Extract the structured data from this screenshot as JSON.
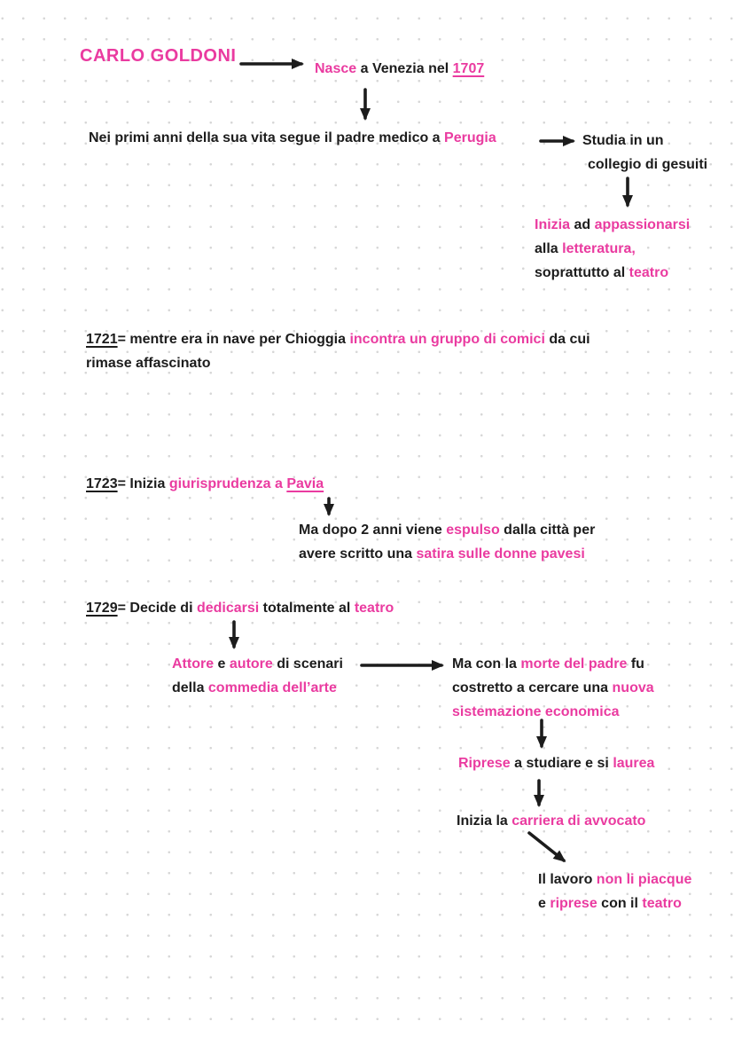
{
  "palette": {
    "accent_pink": "#ea3ba0",
    "ink_black": "#1c1c1c",
    "dot_grid_gray": "#d7d7d7",
    "page_background": "#ffffff"
  },
  "nodes": {
    "title": {
      "lines": [
        [
          {
            "t": "CARLO GOLDONI",
            "c": "accent"
          }
        ]
      ]
    },
    "birth": {
      "lines": [
        [
          {
            "t": "Nasce",
            "c": "accent"
          },
          {
            "t": " a Venezia nel ",
            "c": "ink"
          },
          {
            "t": "1707",
            "c": "accent-u"
          }
        ]
      ]
    },
    "childhood": {
      "lines": [
        [
          {
            "t": "Nei primi anni della sua vita segue il padre medico a ",
            "c": "ink"
          },
          {
            "t": "Perugia",
            "c": "accent"
          }
        ]
      ]
    },
    "college": {
      "lines": [
        [
          {
            "t": "Studia in un",
            "c": "ink"
          }
        ],
        [
          {
            "t": "collegio di gesuiti",
            "c": "ink"
          }
        ]
      ]
    },
    "passion": {
      "lines": [
        [
          {
            "t": "Inizia",
            "c": "accent"
          },
          {
            "t": " ad ",
            "c": "ink"
          },
          {
            "t": "appassionarsi",
            "c": "accent"
          }
        ],
        [
          {
            "t": "alla ",
            "c": "ink"
          },
          {
            "t": "letteratura,",
            "c": "accent"
          }
        ],
        [
          {
            "t": "soprattutto al ",
            "c": "ink"
          },
          {
            "t": "teatro",
            "c": "accent"
          }
        ]
      ]
    },
    "year1721": {
      "lines": [
        [
          {
            "t": "1721",
            "c": "ink-u"
          },
          {
            "t": "= mentre era in nave per Chioggia ",
            "c": "ink"
          },
          {
            "t": "incontra un gruppo di comici",
            "c": "accent"
          },
          {
            "t": " da cui",
            "c": "ink"
          }
        ],
        [
          {
            "t": "rimase affascinato",
            "c": "ink"
          }
        ]
      ]
    },
    "year1723": {
      "lines": [
        [
          {
            "t": "1723",
            "c": "ink-u"
          },
          {
            "t": "= Inizia ",
            "c": "ink"
          },
          {
            "t": "giurisprudenza a ",
            "c": "accent"
          },
          {
            "t": "Pavia",
            "c": "accent-u"
          }
        ]
      ]
    },
    "expulsion": {
      "lines": [
        [
          {
            "t": "Ma dopo 2 anni viene ",
            "c": "ink"
          },
          {
            "t": "espulso",
            "c": "accent"
          },
          {
            "t": " dalla città per",
            "c": "ink"
          }
        ],
        [
          {
            "t": "avere scritto una ",
            "c": "ink"
          },
          {
            "t": "satira sulle donne pavesi",
            "c": "accent"
          }
        ]
      ]
    },
    "year1729": {
      "lines": [
        [
          {
            "t": "1729",
            "c": "ink-u"
          },
          {
            "t": "= Decide di ",
            "c": "ink"
          },
          {
            "t": "dedicarsi",
            "c": "accent"
          },
          {
            "t": " totalmente al ",
            "c": "ink"
          },
          {
            "t": "teatro",
            "c": "accent"
          }
        ]
      ]
    },
    "commedia": {
      "lines": [
        [
          {
            "t": "Attore",
            "c": "accent"
          },
          {
            "t": " e ",
            "c": "ink"
          },
          {
            "t": "autore",
            "c": "accent"
          },
          {
            "t": " di scenari",
            "c": "ink"
          }
        ],
        [
          {
            "t": "della ",
            "c": "ink"
          },
          {
            "t": "commedia dell’arte",
            "c": "accent"
          }
        ]
      ]
    },
    "father_death": {
      "lines": [
        [
          {
            "t": "Ma con la ",
            "c": "ink"
          },
          {
            "t": "morte del padre",
            "c": "accent"
          },
          {
            "t": " fu",
            "c": "ink"
          }
        ],
        [
          {
            "t": "costretto a cercare una ",
            "c": "ink"
          },
          {
            "t": "nuova",
            "c": "accent"
          }
        ],
        [
          {
            "t": "sistemazione economica",
            "c": "accent"
          }
        ]
      ]
    },
    "graduation": {
      "lines": [
        [
          {
            "t": "Riprese",
            "c": "accent"
          },
          {
            "t": " a studiare e si ",
            "c": "ink"
          },
          {
            "t": "laurea",
            "c": "accent"
          }
        ]
      ]
    },
    "lawyer": {
      "lines": [
        [
          {
            "t": "Inizia la ",
            "c": "ink"
          },
          {
            "t": "carriera di avvocato",
            "c": "accent"
          }
        ]
      ]
    },
    "theatre_return": {
      "lines": [
        [
          {
            "t": "Il lavoro ",
            "c": "ink"
          },
          {
            "t": "non li piacque",
            "c": "accent"
          }
        ],
        [
          {
            "t": "e ",
            "c": "ink"
          },
          {
            "t": "riprese",
            "c": "accent"
          },
          {
            "t": " con il ",
            "c": "ink"
          },
          {
            "t": "teatro",
            "c": "accent"
          }
        ]
      ]
    }
  },
  "connections": [
    {
      "from": "title",
      "to": "birth"
    },
    {
      "from": "birth",
      "to": "childhood"
    },
    {
      "from": "childhood",
      "to": "college"
    },
    {
      "from": "college",
      "to": "passion"
    },
    {
      "from": "year1723",
      "to": "expulsion"
    },
    {
      "from": "year1729",
      "to": "commedia"
    },
    {
      "from": "commedia",
      "to": "father_death"
    },
    {
      "from": "father_death",
      "to": "graduation"
    },
    {
      "from": "graduation",
      "to": "lawyer"
    },
    {
      "from": "lawyer",
      "to": "theatre_return"
    }
  ]
}
